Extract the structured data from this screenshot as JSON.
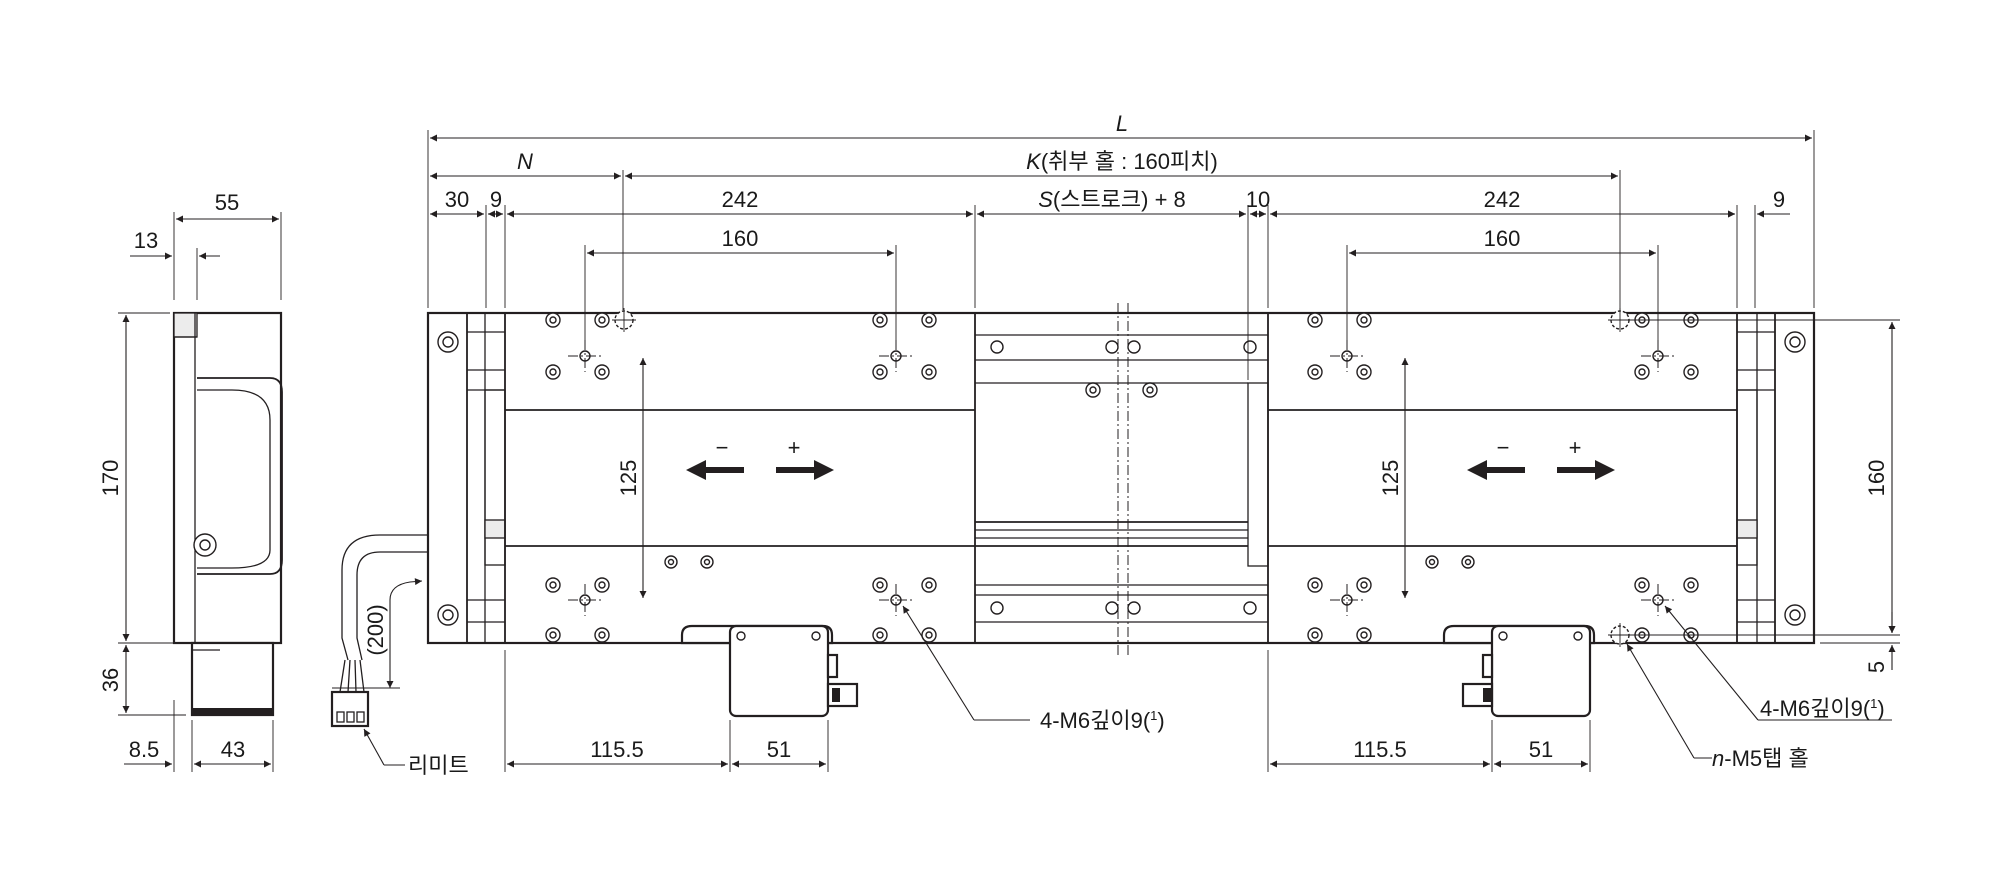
{
  "labels": {
    "overall_length": "L",
    "n_label": "N",
    "k_label": "K",
    "k_suffix": "(취부 홀 : 160피치)",
    "s_label": "S",
    "s_suffix": "(스트로크) + 8",
    "limit": "리미트",
    "tap_n": "n",
    "tap_rest": "-M5탭 홀",
    "depth_main": "4-M6깊이9(",
    "depth_sup": "1",
    "depth_close": ")",
    "minus": "−",
    "plus": "+"
  },
  "dims": {
    "d55": "55",
    "d13": "13",
    "d170": "170",
    "d36": "36",
    "d8_5": "8.5",
    "d43": "43",
    "d200": "(200)",
    "d30": "30",
    "d9": "9",
    "d242": "242",
    "d160": "160",
    "d10": "10",
    "d125": "125",
    "d115_5": "115.5",
    "d51": "51",
    "d5": "5"
  }
}
